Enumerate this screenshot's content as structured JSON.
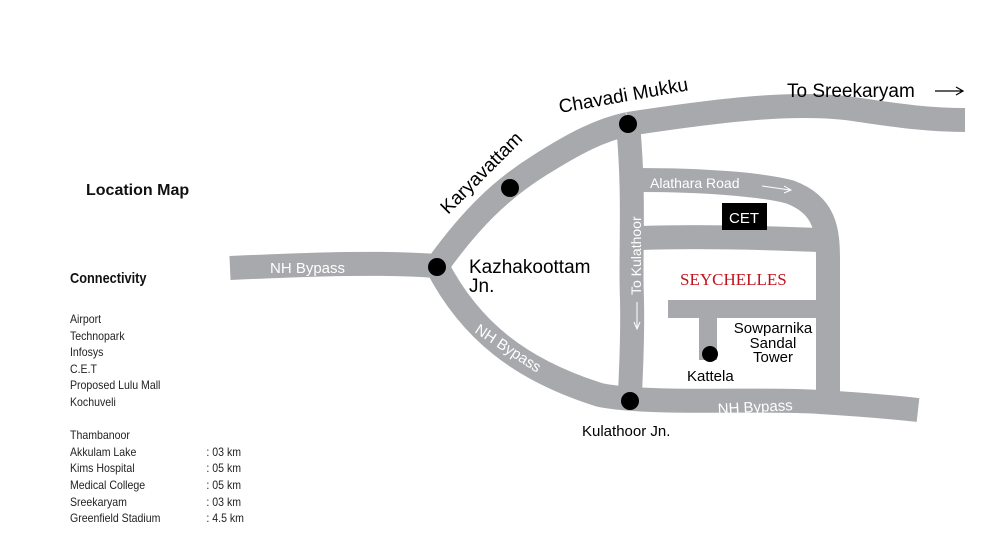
{
  "title": "Location Map",
  "connectivity": {
    "heading": "Connectivity",
    "group1": [
      "Airport",
      "Technopark",
      "Infosys",
      "C.E.T",
      "Proposed Lulu Mall",
      "Kochuveli"
    ],
    "group2": [
      {
        "name": "Thambanoor",
        "dist": ""
      },
      {
        "name": "Akkulam Lake",
        "dist": ": 03 km"
      },
      {
        "name": "Kims Hospital",
        "dist": ": 05 km"
      },
      {
        "name": "Medical College",
        "dist": ": 05 km"
      },
      {
        "name": "Sreekaryam",
        "dist": ": 03 km"
      },
      {
        "name": "Greenfield Stadium",
        "dist": ": 4.5 km"
      }
    ]
  },
  "map": {
    "to_sreekaryam": "To Sreekaryam",
    "chavadi_mukku": "Chavadi Mukku",
    "karyavattam": "Karyavattam",
    "kazhakoottam_1": "Kazhakoottam",
    "kazhakoottam_2": "Jn.",
    "nh_bypass_left": "NH Bypass",
    "nh_bypass_diag": "NH Bypass",
    "nh_bypass_bottom": "NH Bypass",
    "alathara_road": "Alathara Road",
    "to_kulathoor": "To Kulathoor",
    "cet": "CET",
    "seychelles": "SEYCHELLES",
    "sowparnika_1": "Sowparnika",
    "sowparnika_2": "Sandal",
    "sowparnika_3": "Tower",
    "kattela": "Kattela",
    "kulathoor_jn": "Kulathoor Jn.",
    "road_color": "#a7a9ac",
    "brand_color": "#c1121f"
  }
}
